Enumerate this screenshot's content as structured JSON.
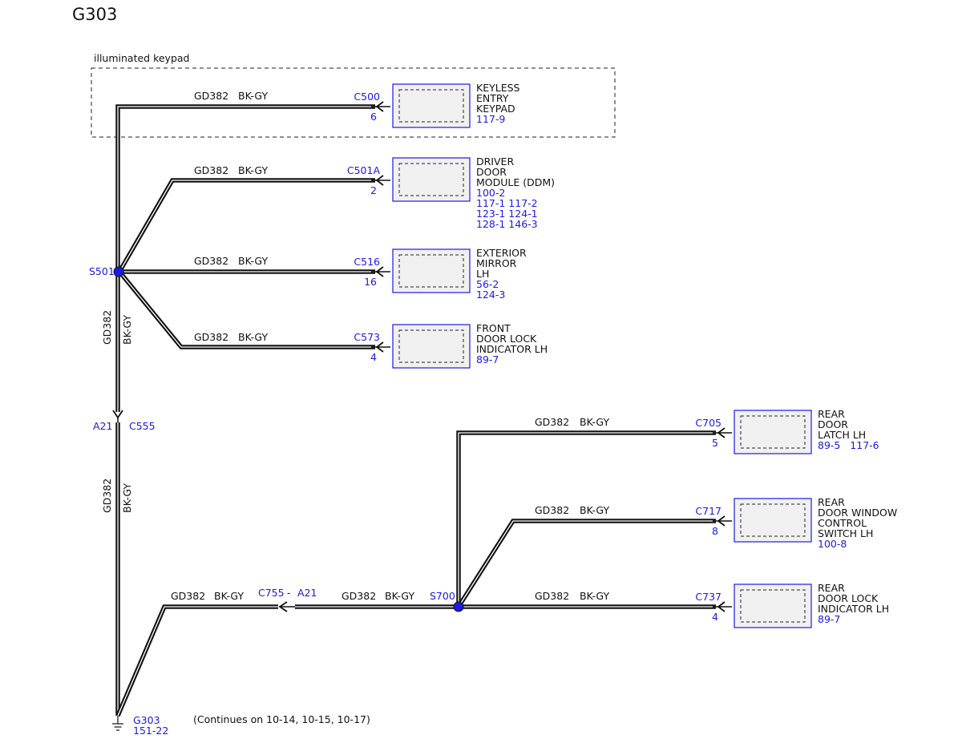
{
  "title": "G303",
  "region_label": "illuminated keypad",
  "colors": {
    "wire": "#111111",
    "connector_text": "#1a1ae6",
    "splice": "#1a1ae6"
  },
  "wire": {
    "circuit": "GD382",
    "color": "BK-GY"
  },
  "splices": {
    "s501": "S501",
    "s700": "S700"
  },
  "inline": {
    "c555_pin": "A21",
    "c555_name": "C555",
    "c755_name": "C755",
    "c755_dash": "-",
    "c755_pin": "A21"
  },
  "ground": {
    "name": "G303",
    "ref": "151-22"
  },
  "continues": "(Continues on 10-14, 10-15, 10-17)",
  "components": [
    {
      "connector": "C500",
      "pin": "6",
      "lines": [
        "KEYLESS",
        "ENTRY",
        "KEYPAD"
      ],
      "refs": [
        "117-9"
      ]
    },
    {
      "connector": "C501A",
      "pin": "2",
      "lines": [
        "DRIVER",
        "DOOR",
        "MODULE (DDM)"
      ],
      "refs": [
        "100-2",
        "117-1 117-2",
        "123-1 124-1",
        "128-1 146-3"
      ]
    },
    {
      "connector": "C516",
      "pin": "16",
      "lines": [
        "EXTERIOR",
        "MIRROR",
        "LH"
      ],
      "refs": [
        "56-2",
        "124-3"
      ]
    },
    {
      "connector": "C573",
      "pin": "4",
      "lines": [
        "FRONT",
        "DOOR LOCK",
        "INDICATOR LH"
      ],
      "refs": [
        "89-7"
      ]
    },
    {
      "connector": "C705",
      "pin": "5",
      "lines": [
        "REAR",
        "DOOR",
        "LATCH LH"
      ],
      "refs": [
        "89-5   117-6"
      ]
    },
    {
      "connector": "C717",
      "pin": "8",
      "lines": [
        "REAR",
        "DOOR WINDOW",
        "CONTROL",
        "SWITCH LH"
      ],
      "refs": [
        "100-8"
      ]
    },
    {
      "connector": "C737",
      "pin": "4",
      "lines": [
        "REAR",
        "DOOR LOCK",
        "INDICATOR LH"
      ],
      "refs": [
        "89-7"
      ]
    }
  ]
}
